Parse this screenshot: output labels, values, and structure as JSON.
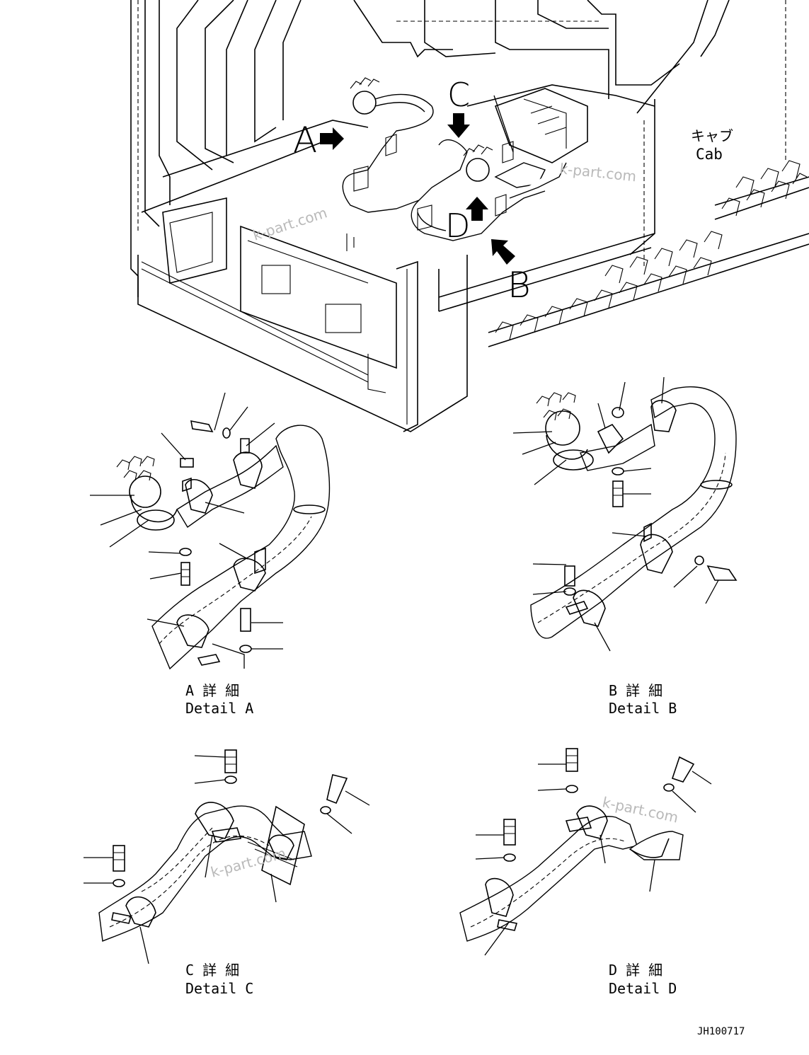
{
  "callouts": {
    "view_a": "A",
    "view_b": "B",
    "view_c": "C",
    "view_d": "D"
  },
  "cab_label": {
    "ja": "キャブ",
    "en": "Cab"
  },
  "details": [
    {
      "ja": "A 詳 細",
      "en": "Detail A"
    },
    {
      "ja": "B 詳 細",
      "en": "Detail B"
    },
    {
      "ja": "C 詳 細",
      "en": "Detail C"
    },
    {
      "ja": "D 詳 細",
      "en": "Detail D"
    }
  ],
  "watermark": "k-part.com",
  "drawing_number": "JH100717"
}
